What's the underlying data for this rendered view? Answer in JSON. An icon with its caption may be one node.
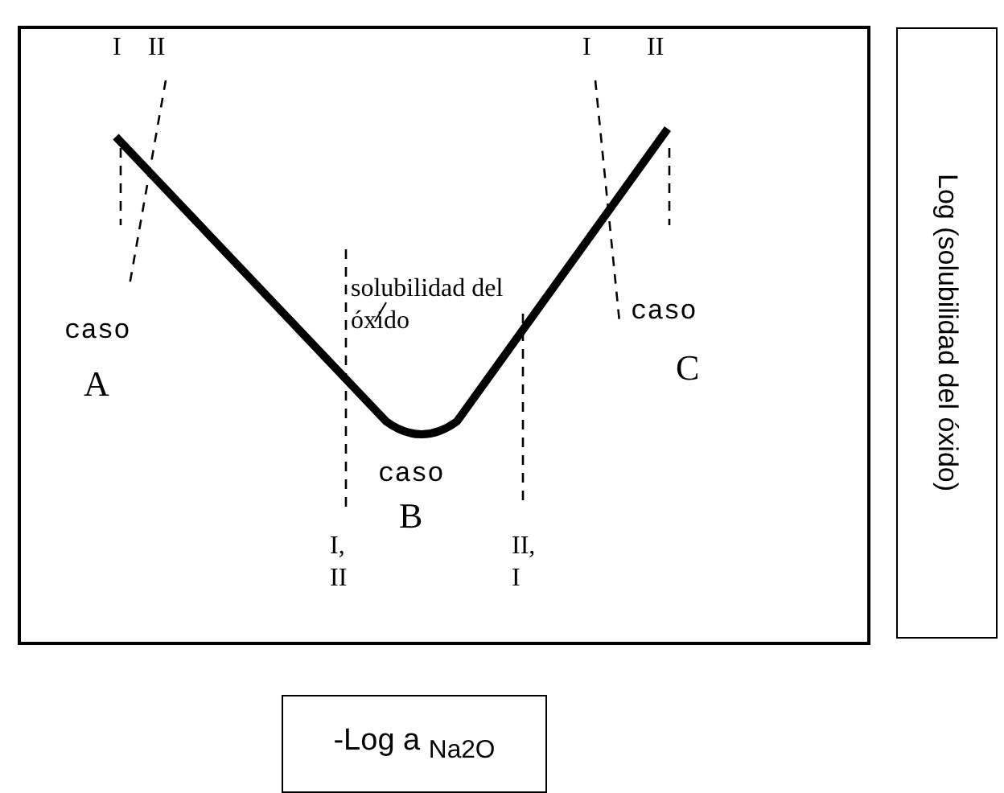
{
  "diagram": {
    "nodes": [
      {
        "text": [
          "Log (solubilidad del óxido)"
        ]
      },
      {
        "text": [
          "-Log a $_{Na2O}$"
        ]
      }
    ],
    "labels": [
      "I",
      "II",
      "I",
      "II",
      "solubilidad del óxido",
      "caso",
      "caso",
      "A",
      "C",
      "caso",
      "I, II",
      "B",
      "II, I"
    ]
  }
}
